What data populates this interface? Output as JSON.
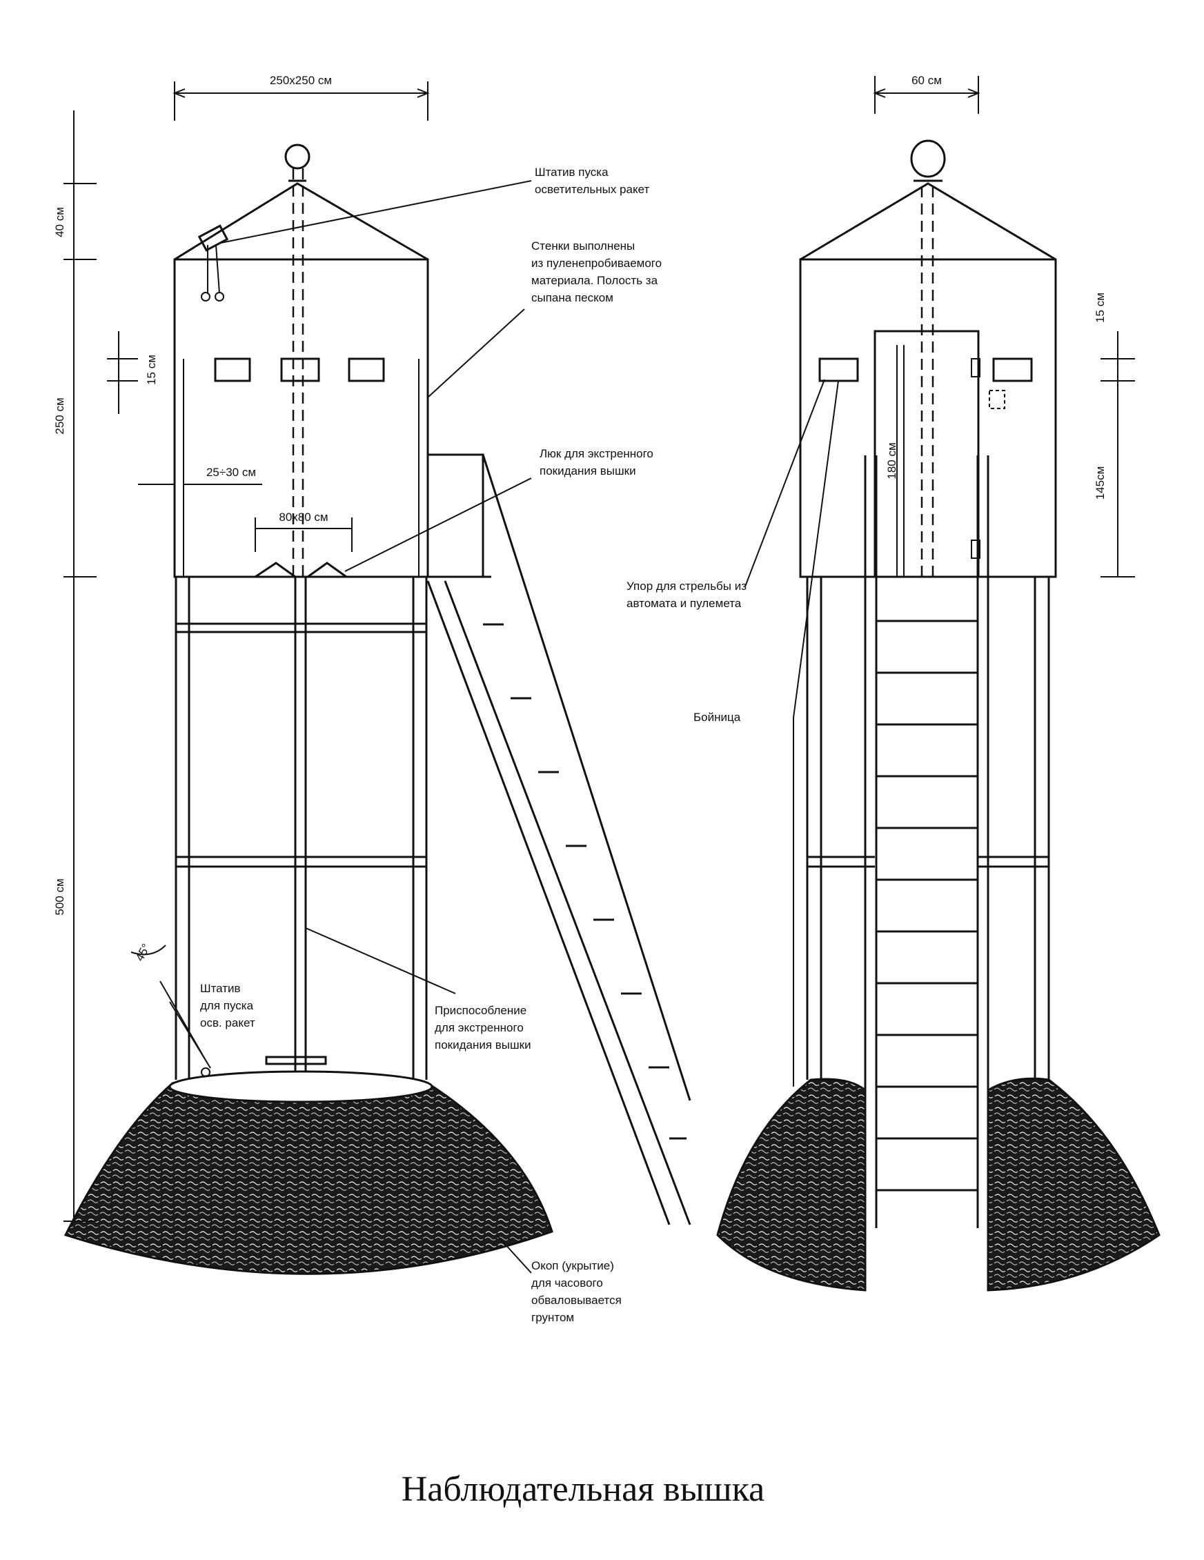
{
  "title": "Наблюдательная вышка",
  "left_view": {
    "dims": {
      "width": "250x250 см",
      "roof_h": "40 см",
      "cabin_h": "250 см",
      "slot_h": "15 см",
      "wall_t": "25÷30 см",
      "hatch": "80x80 см",
      "legs_h": "500 см",
      "angle": "45°"
    },
    "labels": {
      "flare_stand": [
        "Штатив пуска",
        "осветительных ракет"
      ],
      "walls": [
        "Стенки выполнены",
        "из пуленепробиваемого",
        "материала. Полость за",
        "сыпана песком"
      ],
      "hatch": [
        "Люк для экстренного",
        "покидания вышки"
      ],
      "stand_lower": [
        "Штатив",
        "для пуска",
        "осв. ракет"
      ],
      "device": [
        "Приспособление",
        "для экстренного",
        "покидания вышки"
      ],
      "trench": [
        "Окоп (укрытие)",
        "для часового",
        "обваловывается",
        "грунтом"
      ]
    }
  },
  "right_view": {
    "dims": {
      "door_w": "60 см",
      "slot_h": "15 см",
      "door_h": "180 см",
      "sill_h": "145см"
    },
    "labels": {
      "rest": [
        "Упор для стрельбы из",
        "автомата и пулемета"
      ],
      "loophole": "Бойница"
    }
  },
  "colors": {
    "ink": "#111111",
    "paper": "#ffffff"
  }
}
